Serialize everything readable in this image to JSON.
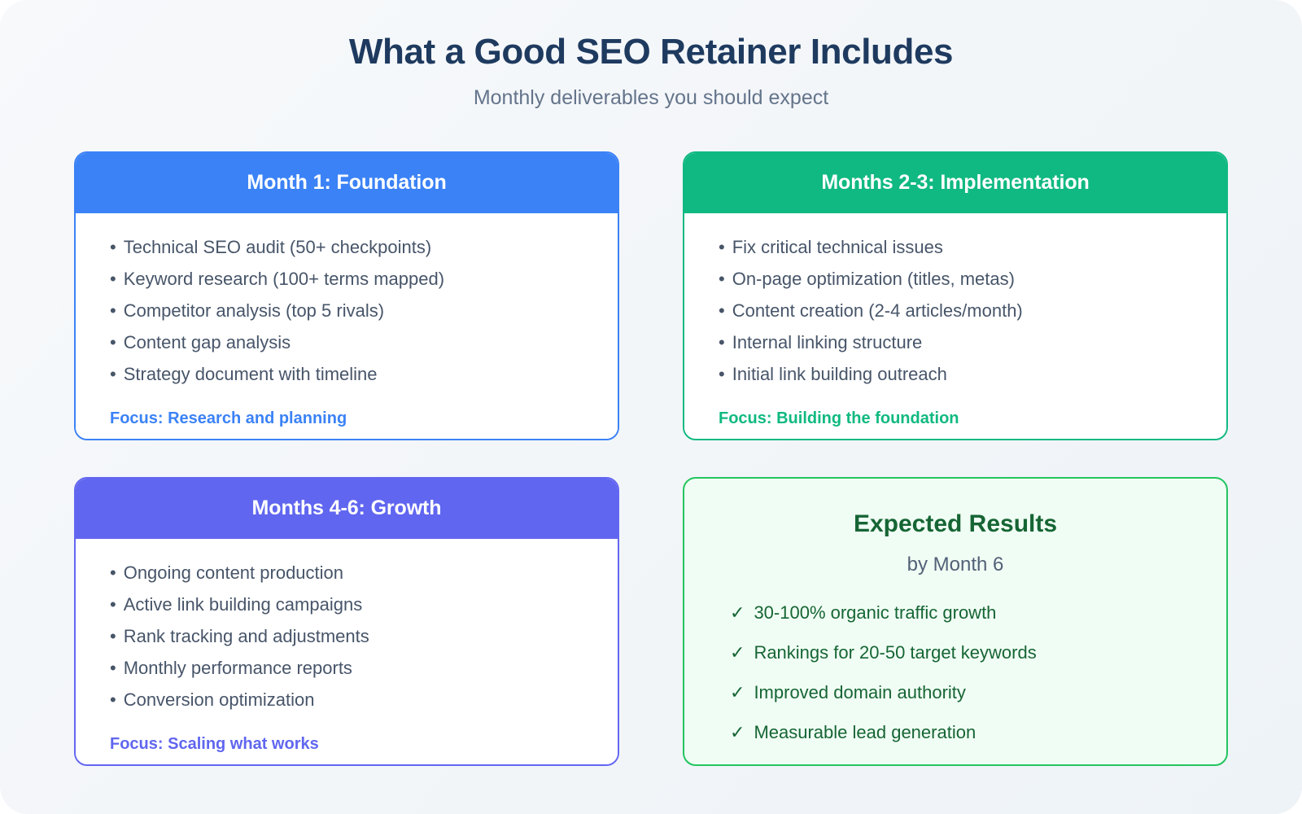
{
  "header": {
    "title": "What a Good SEO Retainer Includes",
    "subtitle": "Monthly deliverables you should expect"
  },
  "colors": {
    "title": "#1e3a5f",
    "subtitle": "#64748b",
    "blue": "#3b82f6",
    "green": "#10b981",
    "purple": "#6066ef",
    "results_border": "#22c55e",
    "results_bg": "#f0fdf4",
    "results_text": "#166534",
    "body_text": "#475569",
    "page_bg": "#f3f6f9"
  },
  "bullet_glyph": "•",
  "check_glyph": "✓",
  "cards": [
    {
      "id": "month-1-foundation",
      "accent": "blue",
      "heading": "Month 1: Foundation",
      "items": [
        "Technical SEO audit (50+ checkpoints)",
        "Keyword research (100+ terms mapped)",
        "Competitor analysis (top 5 rivals)",
        "Content gap analysis",
        "Strategy document with timeline"
      ],
      "focus": "Focus: Research and planning"
    },
    {
      "id": "months-2-3-implementation",
      "accent": "green",
      "heading": "Months 2-3: Implementation",
      "items": [
        "Fix critical technical issues",
        "On-page optimization (titles, metas)",
        "Content creation (2-4 articles/month)",
        "Internal linking structure",
        "Initial link building outreach"
      ],
      "focus": "Focus: Building the foundation"
    },
    {
      "id": "months-4-6-growth",
      "accent": "purple",
      "heading": "Months 4-6: Growth",
      "items": [
        "Ongoing content production",
        "Active link building campaigns",
        "Rank tracking and adjustments",
        "Monthly performance reports",
        "Conversion optimization"
      ],
      "focus": "Focus: Scaling what works"
    }
  ],
  "results": {
    "id": "expected-results",
    "title": "Expected Results",
    "subtitle": "by Month 6",
    "items": [
      "30-100% organic traffic growth",
      "Rankings for 20-50 target keywords",
      "Improved domain authority",
      "Measurable lead generation"
    ]
  }
}
